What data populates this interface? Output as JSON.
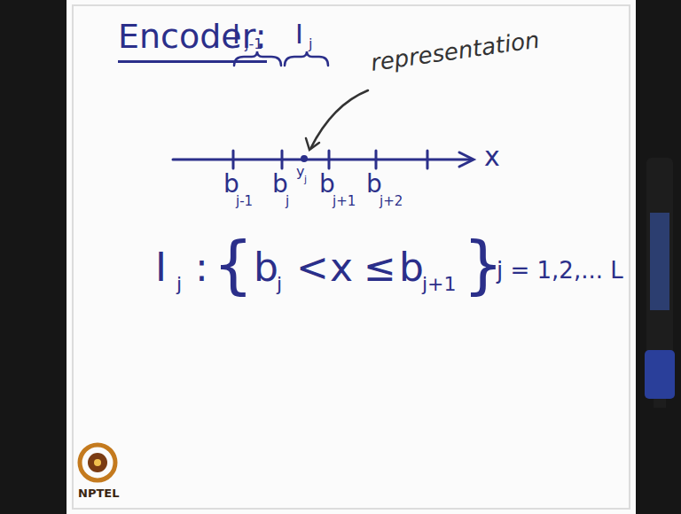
{
  "diagram": {
    "title": "Encoder:",
    "labels": [
      "I",
      "j-1",
      "I",
      "j",
      "representation",
      "x",
      "y",
      "j",
      "b",
      "j-1",
      "b",
      "j",
      "b",
      "j+1",
      "b",
      "j+2",
      "I",
      "j",
      ":",
      "{",
      "b",
      "j",
      "<",
      "x",
      "≤",
      "b",
      "j+1",
      "}",
      "j = 1,2,... L",
      "NPTEL"
    ]
  }
}
